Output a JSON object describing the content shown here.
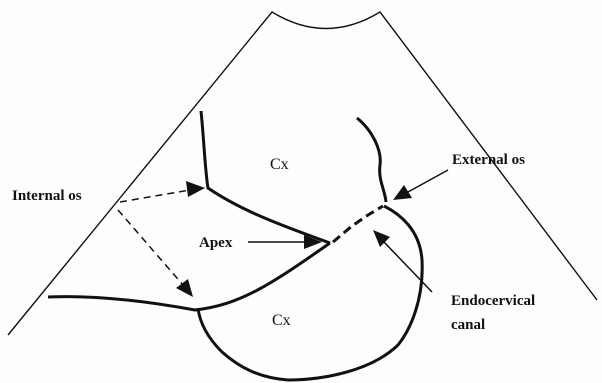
{
  "labels": {
    "cx_upper": "Cx",
    "cx_lower": "Cx",
    "internal_os": "Internal os",
    "external_os": "External os",
    "apex": "Apex",
    "endocervical_line1": "Endocervical",
    "endocervical_line2": "canal"
  },
  "colors": {
    "ink": "#111111",
    "background": "#fdfdfd"
  }
}
